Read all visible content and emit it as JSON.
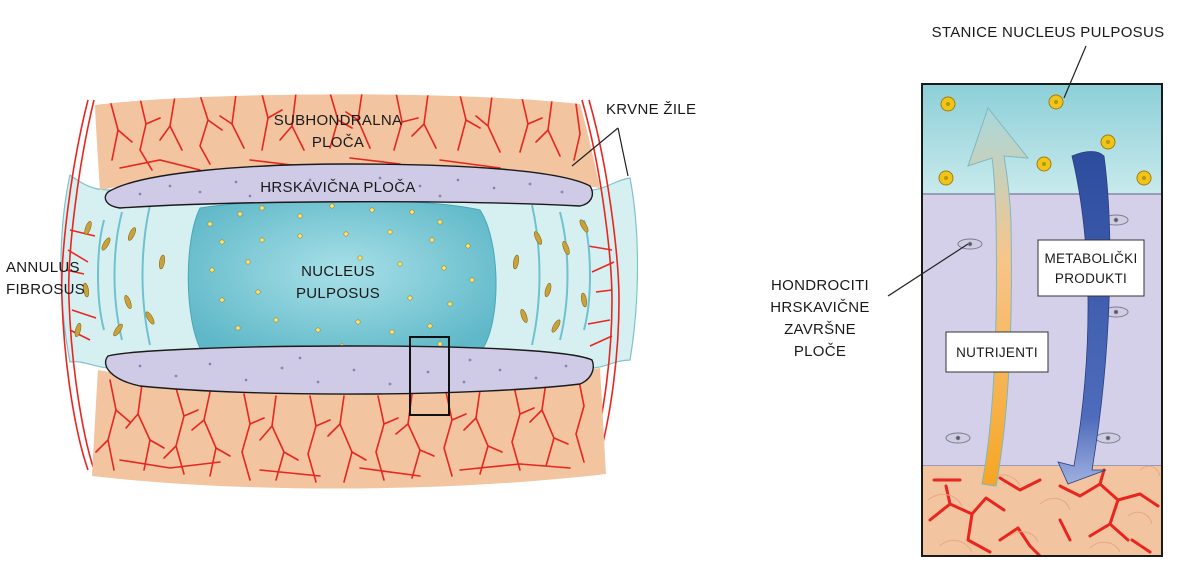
{
  "labels": {
    "subchondral_1": "SUBHONDRALNA",
    "subchondral_2": "PLOČA",
    "blood_vessels": "KRVNE ŽILE",
    "cartilage_plate": "HRSKAVIČNA PLOČA",
    "annulus_1": "ANNULUS",
    "annulus_2": "FIBROSUS",
    "nucleus_1": "NUCLEUS",
    "nucleus_2": "PULPOSUS",
    "np_cells": "STANICE NUCLEUS PULPOSUS",
    "chondro_1": "HONDROCITI",
    "chondro_2": "HRSKAVIČNE",
    "chondro_3": "ZAVRŠNE",
    "chondro_4": "PLOČE",
    "nutrients": "NUTRIJENTI",
    "metabolic_1": "METABOLIČKI",
    "metabolic_2": "PRODUKTI"
  },
  "colors": {
    "bone": "#f2c4a0",
    "vessel": "#e8261f",
    "cartilage": "#cfcbe6",
    "annulus": "#d6f0f2",
    "nucleus": "#7cc7d4",
    "np_zone": "#a9dde3",
    "nutrient_arrow": "#f6a623",
    "metabolic_arrow": "#3d5aa8",
    "cell": "#f0c419"
  }
}
